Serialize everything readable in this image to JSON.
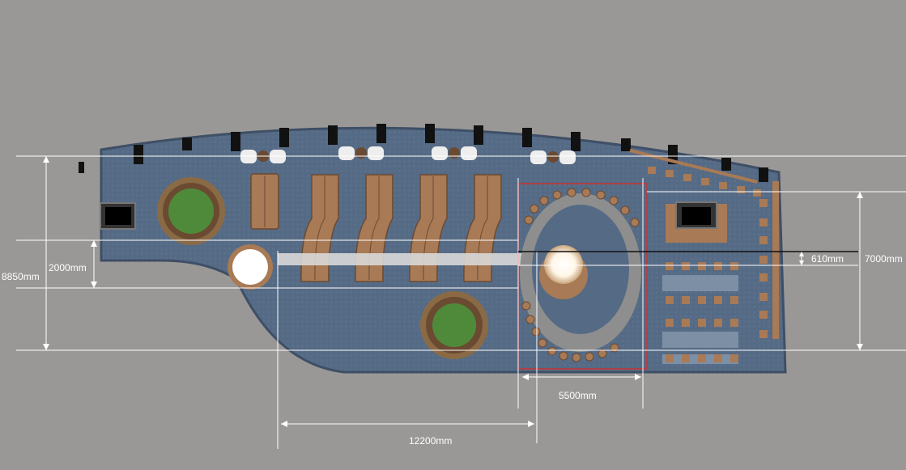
{
  "plan": {
    "colors": {
      "background": "#9a9896",
      "floor": "#556a84",
      "floor_edge": "#3e4f66",
      "furniture": "#a87a55",
      "furniture_dark": "#6b4a32",
      "dimension_line": "#ffffff",
      "highlight_box": "#cc3333",
      "planter_green": "#4f8a3a",
      "planter_rim": "#8a6a45",
      "window_mullion": "#111111",
      "ring": "#8e8e8e",
      "light": "#ffffff"
    },
    "dimensions": {
      "total_depth": "8850mm",
      "aisle_width": "2000mm",
      "offset": "610mm",
      "right_depth": "7000mm",
      "feature_width": "5500mm",
      "bench_run": "12200mm"
    }
  }
}
